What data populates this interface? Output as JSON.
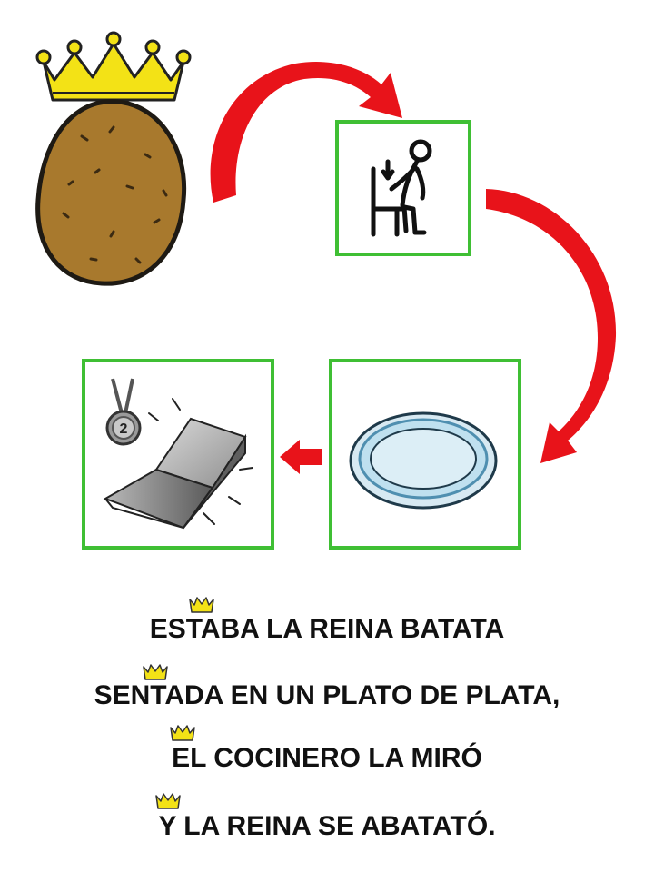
{
  "poem": {
    "line1": "ESTABA LA REINA BATATA",
    "line2": "SENTADA EN UN PLATO DE PLATA,",
    "line3": "EL COCINERO LA MIRÓ",
    "line4": "Y LA REINA SE ABATATÓ."
  },
  "medal": {
    "number": "2"
  },
  "colors": {
    "frame": "#3fbf34",
    "arrow": "#e8131a",
    "crown": "#f3e216",
    "potato": "#a8792d"
  },
  "icons": [
    "crown-icon",
    "potato-icon",
    "sitting-person-icon",
    "plate-icon",
    "silver-bar-icon",
    "medal-icon",
    "curved-arrow-icon",
    "left-arrow-icon"
  ]
}
